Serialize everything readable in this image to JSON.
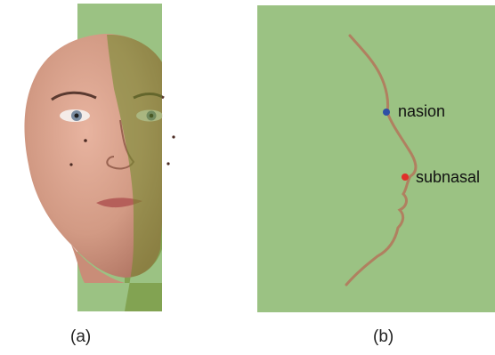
{
  "figure": {
    "panel_a": {
      "caption": "(a)"
    },
    "panel_b": {
      "caption": "(b)",
      "landmarks": [
        {
          "label": "nasion",
          "color": "#2f4fa6"
        },
        {
          "label": "subnasal",
          "color": "#e0302a"
        }
      ]
    }
  },
  "colors": {
    "plane_green": "#9bc283",
    "skin": "#d49a84",
    "profile_curve": "#b08060"
  }
}
